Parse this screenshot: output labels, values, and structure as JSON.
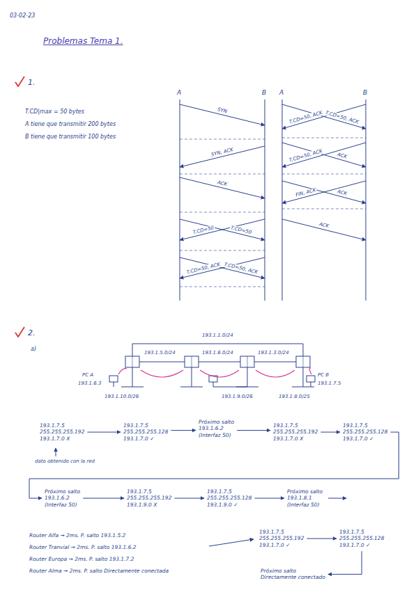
{
  "diagram": {
    "title": "Problemas Tema 1.",
    "nodes": [
      {
        "text": [
          "193.1.7.5",
          "255.255.255.192",
          "193.1.7.0 X"
        ]
      },
      {
        "text": [
          "193.1.7.5",
          "255.255.255.128",
          "193.1.7.0 ✓"
        ]
      },
      {
        "text": [
          "Próximo salto",
          "193.1.6.2",
          "(Interfaz 50)"
        ]
      },
      {
        "text": [
          "193.1.7.5",
          "255.255.255.192",
          "193.1.7.0 X"
        ]
      },
      {
        "text": [
          "193.1.7.5",
          "255.255.255.128",
          "193.1.7.0 ✓"
        ]
      },
      {
        "text": [
          "Próximo salto",
          "193.1.6.2",
          "(Interfaz 50)"
        ]
      },
      {
        "text": [
          "193.1.7.5",
          "255.255.255.192",
          "193.1.9.0 X"
        ]
      },
      {
        "text": [
          "193.1.7.5",
          "255.255.255.128",
          "193.1.9.0 ✓"
        ]
      },
      {
        "text": [
          "Próximo salto",
          "193.1.8.1",
          "(Interfaz 50)"
        ]
      },
      {
        "text": [
          "193.1.7.5",
          "255.255.255.192",
          "193.1.7.0 ✓"
        ]
      },
      {
        "text": [
          "193.1.7.5",
          "255.255.255.128",
          "193.1.7.0 ✓"
        ]
      },
      {
        "text": [
          "Próximo salto",
          "Directamente conectado"
        ]
      }
    ],
    "edges": [
      {
        "from": 0,
        "to": 1,
        "arrow": "to"
      },
      {
        "from": 1,
        "to": 2,
        "arrow": "to"
      },
      {
        "from": 2,
        "to": 3,
        "arrow": "to"
      },
      {
        "from": 3,
        "to": 4,
        "arrow": "to"
      },
      {
        "from": 4,
        "to": 5,
        "arrow": "to"
      },
      {
        "from": 5,
        "to": 6,
        "arrow": "to"
      },
      {
        "from": 6,
        "to": 7,
        "arrow": "to"
      },
      {
        "from": 7,
        "to": 8,
        "arrow": "to"
      },
      {
        "from": 9,
        "to": 10,
        "arrow": "to"
      },
      {
        "from": 10,
        "to": 11,
        "arrow": "to"
      }
    ],
    "labels": [
      "03-02-23",
      "1.",
      "T.CD|max = 50 bytes",
      "A tiene que transmitir 200 bytes",
      "B tiene que transmitir 100 bytes",
      "A",
      "B",
      "A",
      "B",
      "SYN",
      "SYN, ACK",
      "ACK",
      "T.CD=50",
      "T.CD=50",
      "T.CD=50, ACK",
      "T.CD=50, ACK",
      "T.CD=50, ACK",
      "T.CD=50, ACK",
      "ACK",
      "T.CD=50, ACK",
      "ACK",
      "FIN, ACK",
      "ACK",
      "2.",
      "a)",
      "193.1.1.0/24",
      "193.1.5.0/24",
      "193.1.6.0/24",
      "193.1.3.0/24",
      "PC A",
      "193.1.6.3",
      "PC B",
      "193.1.7.5",
      "193.1.10.0/26",
      "193.1.9.0/26",
      "193.1.8.0/25",
      "dato obtenido con la red",
      "Router Alfa → 2ms. P. salto 193.1.5.2",
      "Router Tranvial → 2ms. P. salto 193.1.6.2",
      "Router Europa → 2ms. P. salto 193.1.7.2",
      "Router Alma → 2ms. P. salto Directamente conectada"
    ]
  }
}
